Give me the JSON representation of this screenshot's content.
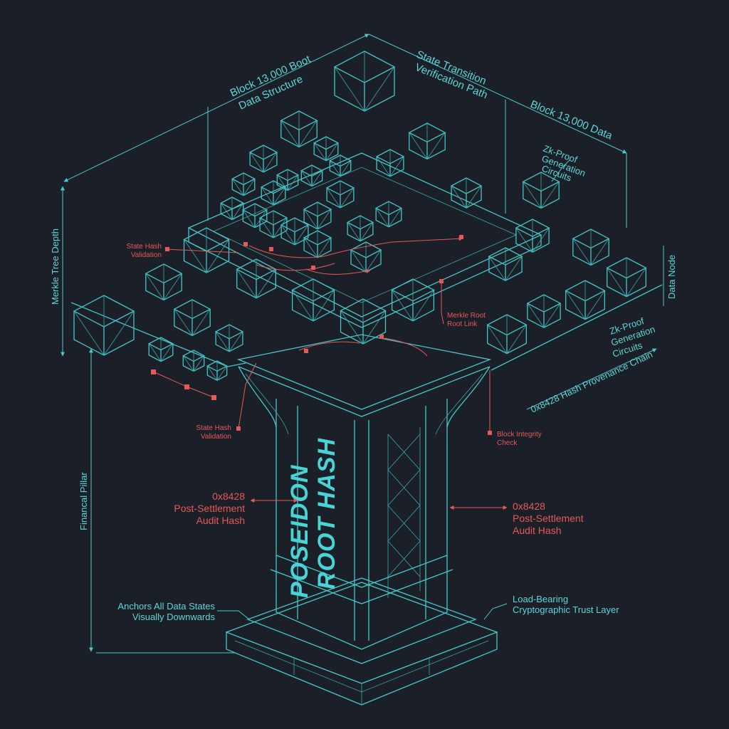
{
  "colors": {
    "background": "#1b1f27",
    "wire": "#46c6c8",
    "accent_red": "#e5595c"
  },
  "pillar": {
    "banner_line1": "POSEIDON",
    "banner_line2": "ROOT HASH"
  },
  "labels": {
    "block_boot": "Block 13,000 Boot",
    "data_structure": "Data Structure",
    "state_transition": "State Transition",
    "verification_path": "Verification Path",
    "block_data": "Block 13,000 Data",
    "zk_top_1": "Zk-Proof",
    "zk_top_2": "Generation",
    "zk_top_3": "Circuits",
    "data_node": "Data Node",
    "zk_right_1": "Zk-Proof",
    "zk_right_2": "Generation",
    "zk_right_3": "Circuits",
    "provenance": "0x8428 Hash Provenance Chain",
    "merkle_depth": "Merkle Tree Depth",
    "financial_pillar": "Financal Pillar",
    "anchors_1": "Anchors All Data States",
    "anchors_2": "Visually Downwards",
    "load_bearing_1": "Load-Bearing",
    "load_bearing_2": "Cryptographic Trust Layer"
  },
  "red_labels": {
    "state_hash_top_1": "State Hash",
    "state_hash_top_2": "Validation",
    "merkle_root_1": "Merkle Root",
    "merkle_root_2": "Root Link",
    "state_hash_low_1": "State Hash",
    "state_hash_low_2": "Validation",
    "block_integrity_1": "Block Integrity",
    "block_integrity_2": "Check",
    "audit_left_1": "0x8428",
    "audit_left_2": "Post-Settlement",
    "audit_left_3": "Audit Hash",
    "audit_right_1": "0x8428",
    "audit_right_2": "Post-Settlement",
    "audit_right_3": "Audit Hash"
  }
}
